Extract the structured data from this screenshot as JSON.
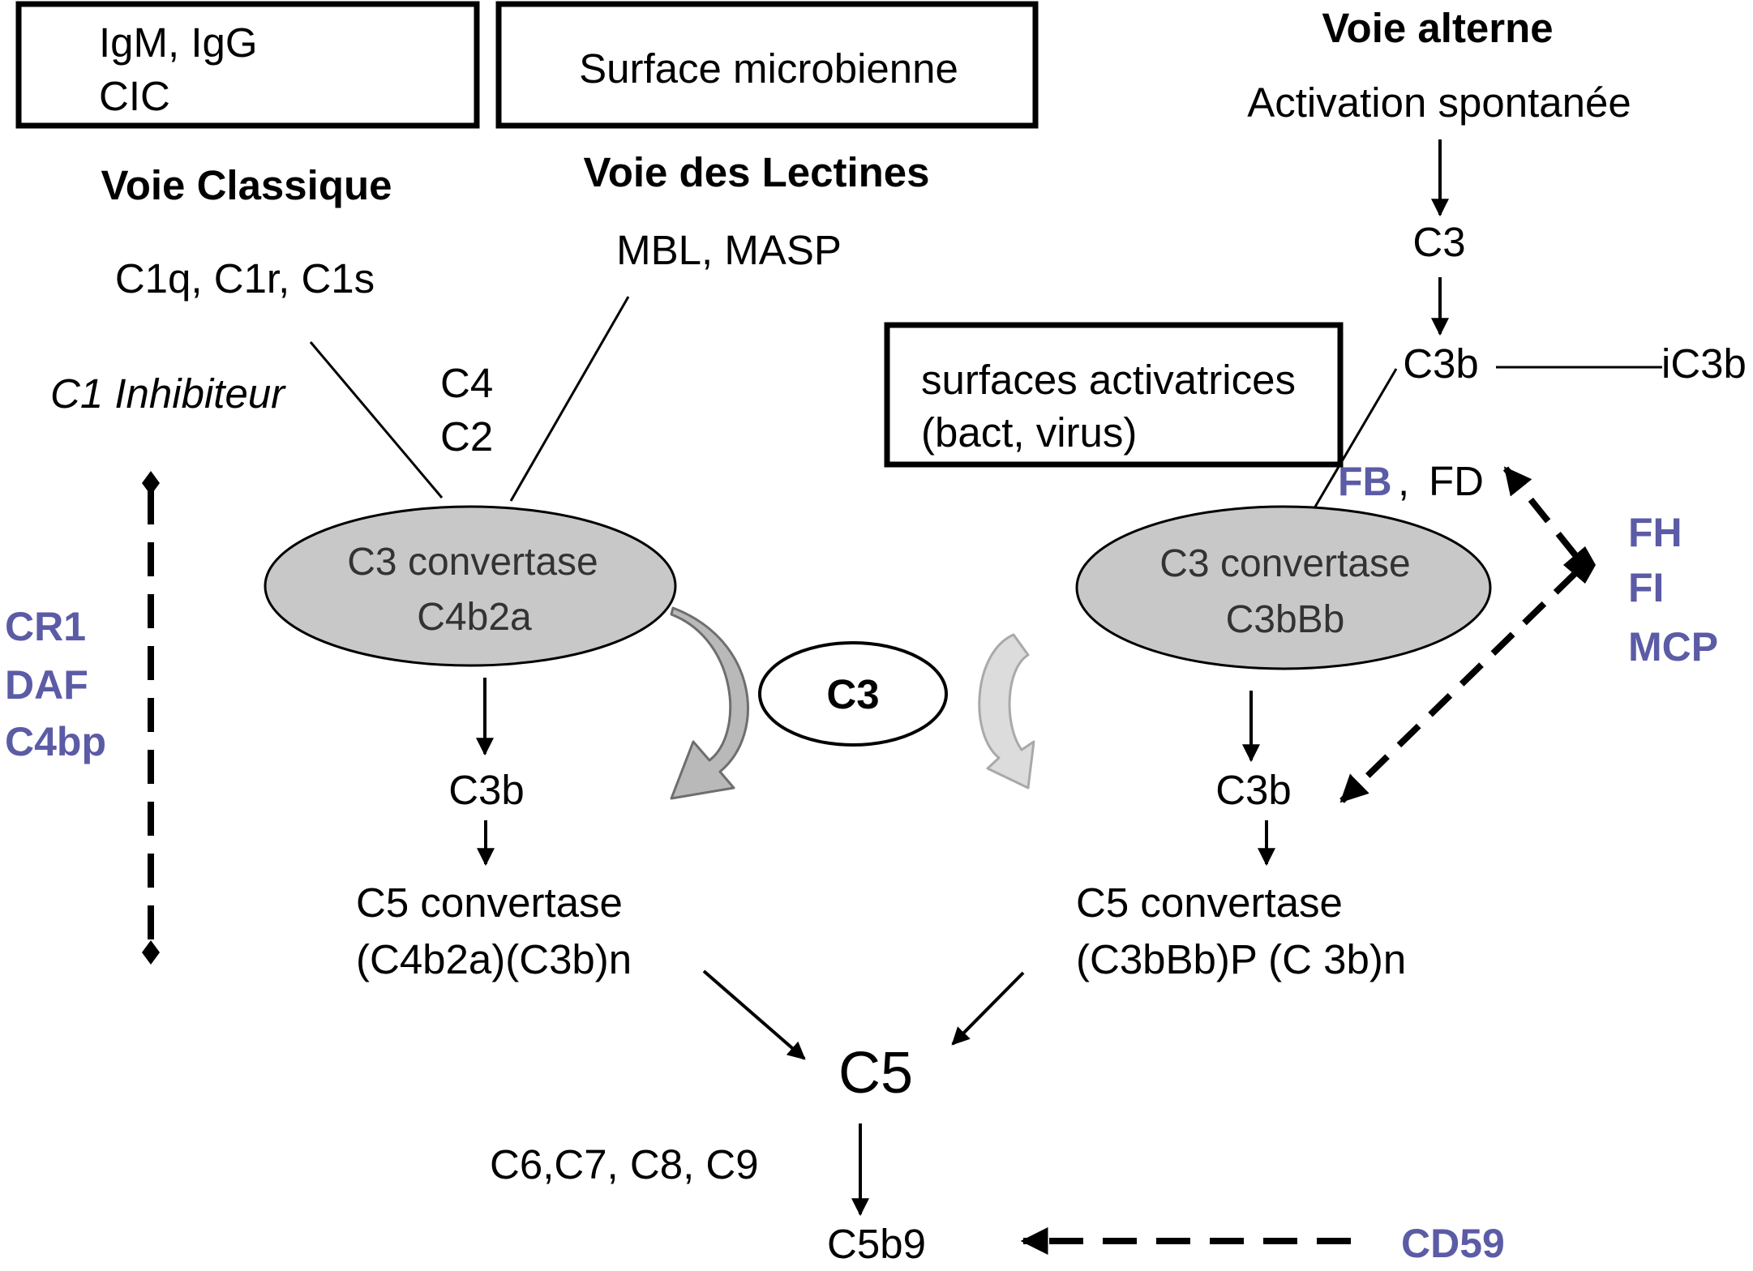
{
  "colors": {
    "regulator": "#5b5ba6",
    "ellipse_fill": "#c8c8c8",
    "hook_arrow_dark": "#b9b9b9",
    "hook_arrow_light": "#dcdcdc"
  },
  "classical": {
    "box_line1": "IgM, IgG",
    "box_line2": "CIC",
    "title": "Voie Classique",
    "components": "C1q, C1r, C1s",
    "inhibitor": "C1 Inhibiteur",
    "c4": "C4",
    "c2": "C2",
    "convertase_title": "C3 convertase",
    "convertase_name": "C4b2a",
    "c3b": "C3b",
    "c5_title": "C5 convertase",
    "c5_name": "(C4b2a)(C3b)n"
  },
  "lectin": {
    "box": "Surface microbienne",
    "title": "Voie des Lectines",
    "components": "MBL, MASP"
  },
  "alternative": {
    "title": "Voie alterne",
    "subtitle": "Activation spontanée",
    "c3": "C3",
    "c3b_top": "C3b",
    "ic3b": "iC3b",
    "box_line1": "surfaces activatrices",
    "box_line2": "(bact, virus)",
    "fb": "FB",
    "fd_sep": ",",
    "fd": "FD",
    "convertase_title": "C3 convertase",
    "convertase_name": "C3bBb",
    "c3b": "C3b",
    "c5_title": "C5 convertase",
    "c5_name": "(C3bBb)P (C 3b)n"
  },
  "center": {
    "c3": "C3",
    "c5": "C5",
    "terminal_components": "C6,C7, C8, C9",
    "mac": "C5b9"
  },
  "regulators": {
    "left": [
      "CR1",
      "DAF",
      "C4bp"
    ],
    "right": [
      "FH",
      "FI",
      "MCP"
    ],
    "bottom": "CD59"
  }
}
